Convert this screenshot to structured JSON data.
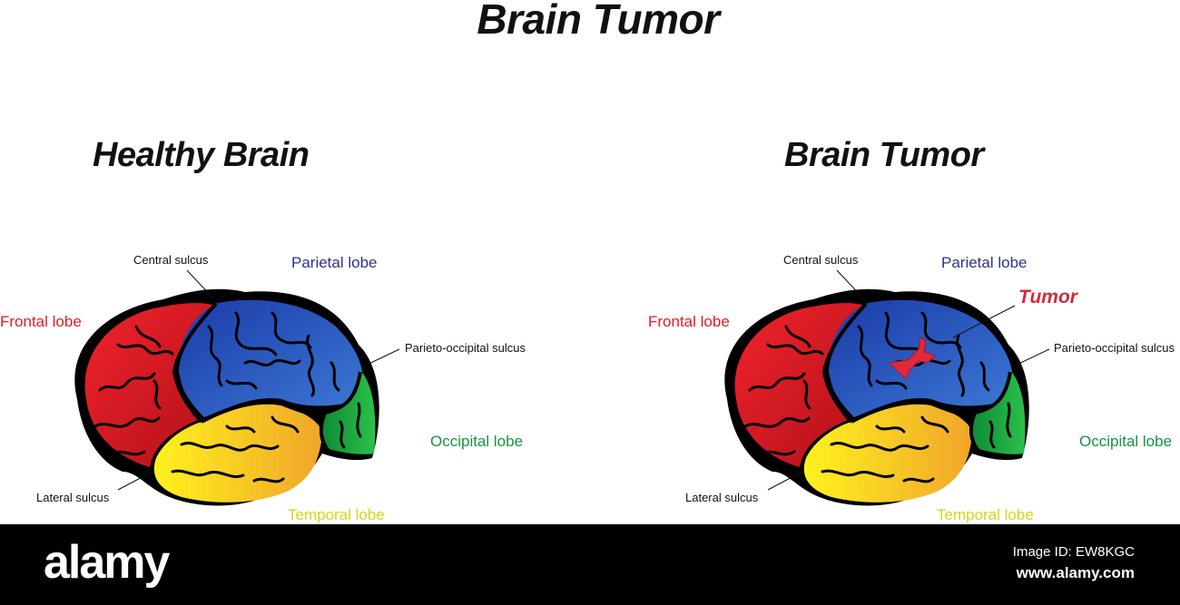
{
  "title": "Brain Tumor",
  "panels": [
    {
      "heading": "Healthy Brain",
      "labels": {
        "central_sulcus": "Central sulcus",
        "parietal_lobe": "Parietal lobe",
        "frontal_lobe": "Frontal lobe",
        "parieto_occipital_sulcus": "Parieto-occipital sulcus",
        "occipital_lobe": "Occipital lobe",
        "lateral_sulcus": "Lateral sulcus",
        "temporal_lobe": "Temporal lobe"
      }
    },
    {
      "heading": "Brain Tumor",
      "labels": {
        "central_sulcus": "Central sulcus",
        "parietal_lobe": "Parietal lobe",
        "tumor": "Tumor",
        "frontal_lobe": "Frontal lobe",
        "parieto_occipital_sulcus": "Parieto-occipital sulcus",
        "occipital_lobe": "Occipital lobe",
        "lateral_sulcus": "Lateral sulcus",
        "temporal_lobe": "Temporal lobe"
      }
    }
  ],
  "colors": {
    "frontal": "#e31b23",
    "parietal": "#2a4fb8",
    "occipital": "#14a040",
    "temporal": "#f5c020",
    "tumor": "#e02a3a"
  },
  "footer": {
    "logo": "alamy",
    "image_id": "Image ID: EW8KGC",
    "url": "www.alamy.com"
  }
}
